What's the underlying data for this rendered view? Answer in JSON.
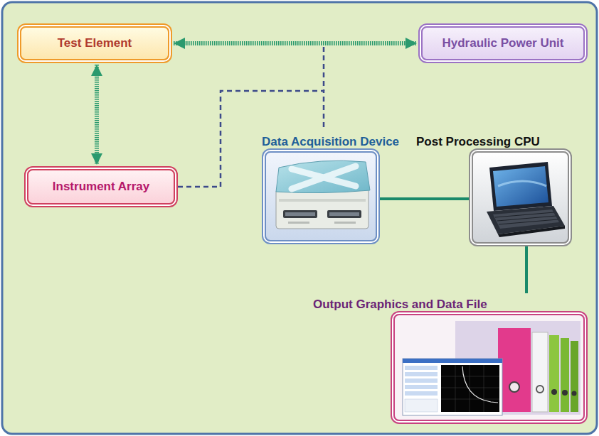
{
  "diagram": {
    "nodes": [
      {
        "text": [
          "Test Element"
        ]
      },
      {
        "text": [
          "Hydraulic Power Unit"
        ]
      },
      {
        "text": [
          "Instrument Array"
        ]
      },
      {
        "text": [
          "Data Acquisition Device"
        ]
      },
      {
        "text": [
          "Post Processing CPU"
        ]
      },
      {
        "text": [
          "Output Graphics and Data File"
        ]
      }
    ],
    "edges": [
      {
        "from": 0,
        "to": 1,
        "arrow": "both"
      },
      {
        "from": 0,
        "to": 2,
        "arrow": "both"
      },
      {
        "from": 2,
        "to": 3,
        "arrow": "none"
      },
      {
        "from": 3,
        "to": 4,
        "arrow": "none"
      },
      {
        "from": 4,
        "to": 5,
        "arrow": "none"
      }
    ]
  }
}
